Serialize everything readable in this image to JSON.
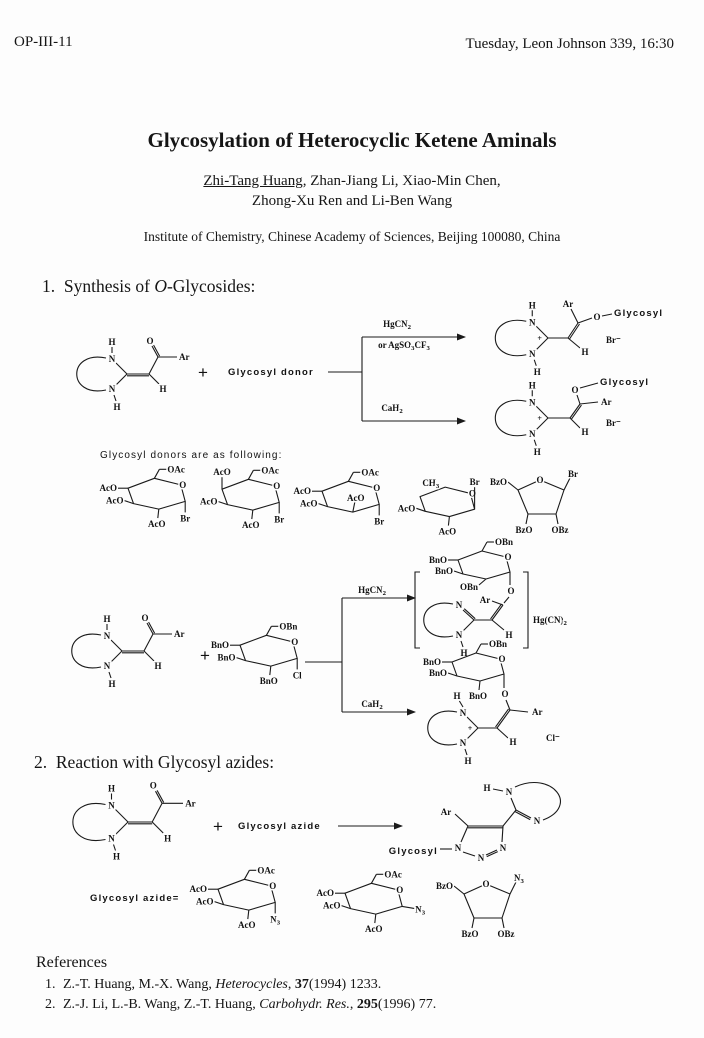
{
  "header": {
    "code": "OP-III-11",
    "session": "Tuesday, Leon Johnson 339, 16:30"
  },
  "title": "Glycosylation of Heterocyclic Ketene Aminals",
  "authors": {
    "presenting": "Zhi-Tang Huang",
    "line1_rest": ", Zhan-Jiang Li, Xiao-Min Chen,",
    "line2": "Zhong-Xu Ren and Li-Ben Wang"
  },
  "affiliation": "Institute of Chemistry, Chinese Academy of Sciences, Beijing 100080, China",
  "section1": {
    "number": "1.",
    "title_pre": "Synthesis of ",
    "title_italic": "O",
    "title_post": "-Glycosides:",
    "reactant": "Glycosyl donor",
    "donors_caption": "Glycosyl donors are as following:"
  },
  "section2": {
    "number": "2.",
    "title": "Reaction  with Glycosyl azides:",
    "reactant": "Glycosyl azide",
    "azide_caption": "Glycosyl azide="
  },
  "reagents": {
    "hgcn": {
      "main": "HgCN",
      "sub": "2"
    },
    "agotf": {
      "pre": "or AgSO",
      "sub1": "3",
      "mid": "CF",
      "sub2": "3"
    },
    "cah": {
      "main": "CaH",
      "sub": "2"
    },
    "hgcn_salt": {
      "main": "Hg(CN)",
      "sub": "2"
    }
  },
  "atoms": {
    "H": "H",
    "N": "N",
    "O": "O",
    "Ar": "Ar",
    "plus": "+",
    "charge": "+",
    "Br": "Br",
    "Cl": "Cl",
    "Br_anion": "Br⁻",
    "Cl_anion": "Cl⁻",
    "Glycosyl": "Glycosyl",
    "OAc": "OAc",
    "AcO": "AcO",
    "OBn": "OBn",
    "BnO": "BnO",
    "BzO": "BzO",
    "OBz": "OBz",
    "CH": "CH",
    "N3": "N",
    "sub3": "3"
  },
  "references": {
    "heading": "References",
    "items": [
      {
        "num": "1.",
        "authors": "Z.-T. Huang, M.-X. Wang, ",
        "journal": "Heterocycles",
        "sep": ",  ",
        "vol": "37",
        "rest": "(1994) 1233."
      },
      {
        "num": "2.",
        "authors": "Z.-J. Li, L.-B. Wang, Z.-T. Huang, ",
        "journal": "Carbohydr. Res.",
        "sep": ",  ",
        "vol": "295",
        "rest": "(1996) 77."
      }
    ]
  }
}
